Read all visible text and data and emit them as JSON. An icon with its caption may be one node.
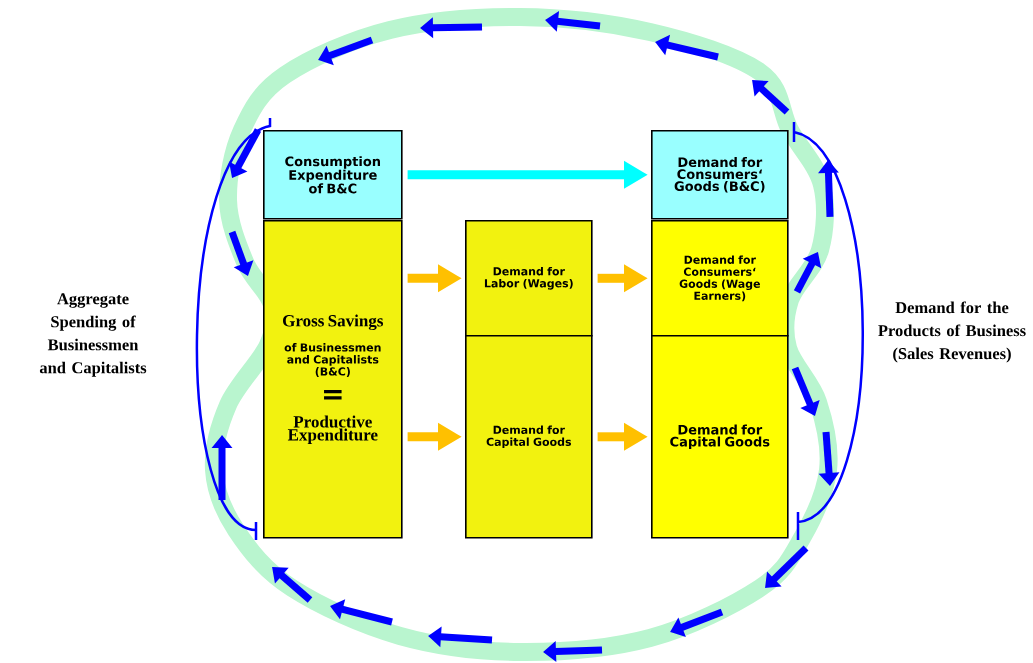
{
  "diagram": {
    "nodes": [
      {
        "text": [
          "Consumption Expenditure of B&C"
        ]
      },
      {
        "text": [
          "Gross Savings",
          "of Businessmen and Capitalists (B&C)",
          "=",
          "Productive Expenditure"
        ]
      },
      {
        "text": [
          "Demand for Labor (Wages)"
        ]
      },
      {
        "text": [
          "Demand for Capital Goods"
        ]
      },
      {
        "text": [
          "Demand for Consumers‘ Goods (B&C)"
        ]
      },
      {
        "text": [
          "Demand for Consumers‘ Goods (Wage Earners)"
        ]
      },
      {
        "text": [
          "Demand for Capital Goods"
        ]
      }
    ],
    "edges": [
      {
        "from": 0,
        "to": 4,
        "arrow": "to",
        "color": "#00ffff"
      },
      {
        "from": 1,
        "to": 2,
        "arrow": "to"
      },
      {
        "from": 1,
        "to": 3,
        "arrow": "to"
      },
      {
        "from": 2,
        "to": 5,
        "arrow": "to"
      },
      {
        "from": 3,
        "to": 6,
        "arrow": "to"
      }
    ],
    "labels": [
      "Aggregate Spending of Businessmen and Capitalists",
      "Demand for the Products of Business (Sales Revenues)"
    ]
  }
}
